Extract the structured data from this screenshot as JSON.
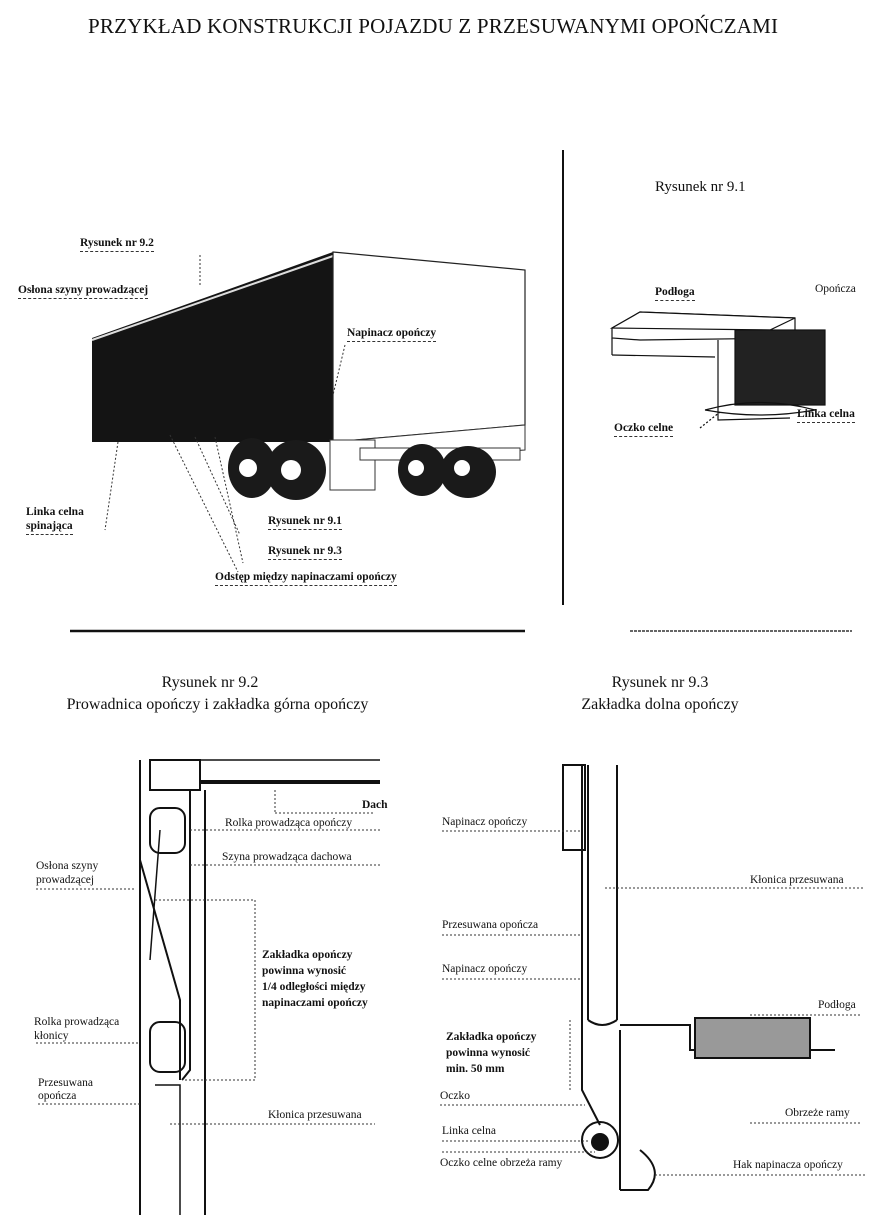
{
  "title": "PRZYKŁAD KONSTRUKCJI POJAZDU Z PRZESUWANYMI OPOŃCZAMI",
  "truck": {
    "labels": {
      "fig92": "Rysunek nr   9.2",
      "oslona": "Osłona szyny prowadzącej",
      "napinacz": "Napinacz opończy",
      "linka_1": "Linka celna",
      "linka_2": "spinająca",
      "fig91": "Rysunek nr   9.1",
      "fig93": "Rysunek nr   9.3",
      "odstep": "Odstęp między napinaczami opończy"
    }
  },
  "fig91": {
    "caption": "Rysunek nr   9.1",
    "labels": {
      "podloga": "Podłoga",
      "oponcza": "Opończa",
      "oczko": "Oczko celne",
      "linka": "Linka celna"
    }
  },
  "fig92": {
    "caption": "Rysunek nr   9.2",
    "subtitle": "Prowadnica opończy i zakładka górna opończy",
    "labels": {
      "dach": "Dach",
      "rolka_oponczy": "Rolka prowadząca opończy",
      "szyna": "Szyna prowadząca dachowa",
      "oslona_1": "Osłona szyny",
      "oslona_2": "prowadzącej",
      "zakladka_1": "Zakładka opończy",
      "zakladka_2": "powinna wynosić",
      "zakladka_3": "1/4 odległości między",
      "zakladka_4": "napinaczami opończy",
      "rolka_klonicy_1": "Rolka prowadząca",
      "rolka_klonicy_2": "kłonicy",
      "przesuwana_1": "Przesuwana",
      "przesuwana_2": "opończa",
      "klonica": "Kłonica przesuwana"
    }
  },
  "fig93": {
    "caption": "Rysunek nr   9.3",
    "subtitle": "Zakładka dolna opończy",
    "labels": {
      "napinacz_top": "Napinacz opończy",
      "klonica": "Kłonica przesuwana",
      "przesuwana": "Przesuwana opończa",
      "napinacz_mid": "Napinacz opończy",
      "podloga": "Podłoga",
      "zakladka_1": "Zakładka opończy",
      "zakladka_2": "powinna wynosić",
      "zakladka_3": "min. 50 mm",
      "oczko": "Oczko",
      "obrzeze": "Obrzeże ramy",
      "linka": "Linka celna",
      "oczko_celne": "Oczko celne obrzeża ramy",
      "hak": "Hak napinacza opończy"
    }
  }
}
